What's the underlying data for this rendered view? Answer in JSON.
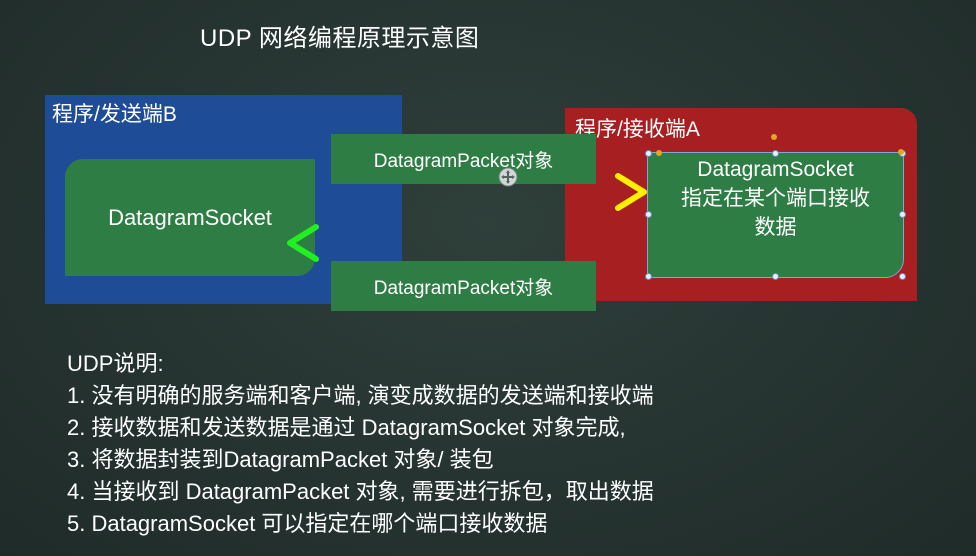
{
  "title": "UDP 网络编程原理示意图",
  "sender": {
    "label": "程序/发送端B",
    "socket": "DatagramSocket"
  },
  "receiver": {
    "label": "程序/接收端A",
    "socket_line1": "DatagramSocket",
    "socket_line2": "指定在某个端口接收",
    "socket_line3": "数据"
  },
  "packets": {
    "top": "DatagramPacket对象",
    "bottom": "DatagramPacket对象"
  },
  "notes": {
    "heading": "UDP说明:",
    "items": [
      "1. 没有明确的服务端和客户端, 演变成数据的发送端和接收端",
      "2. 接收数据和发送数据是通过 DatagramSocket 对象完成,",
      "3. 将数据封装到DatagramPacket 对象/ 装包",
      "4. 当接收到 DatagramPacket 对象, 需要进行拆包，取出数据",
      "5. DatagramSocket 可以指定在哪个端口接收数据"
    ]
  },
  "colors": {
    "background": "#263431",
    "sender_panel": "#1f4c96",
    "receiver_panel": "#a81f21",
    "socket_box": "#2e7d45",
    "arrow_send": "#ffef00",
    "arrow_recv": "#22ee33"
  }
}
